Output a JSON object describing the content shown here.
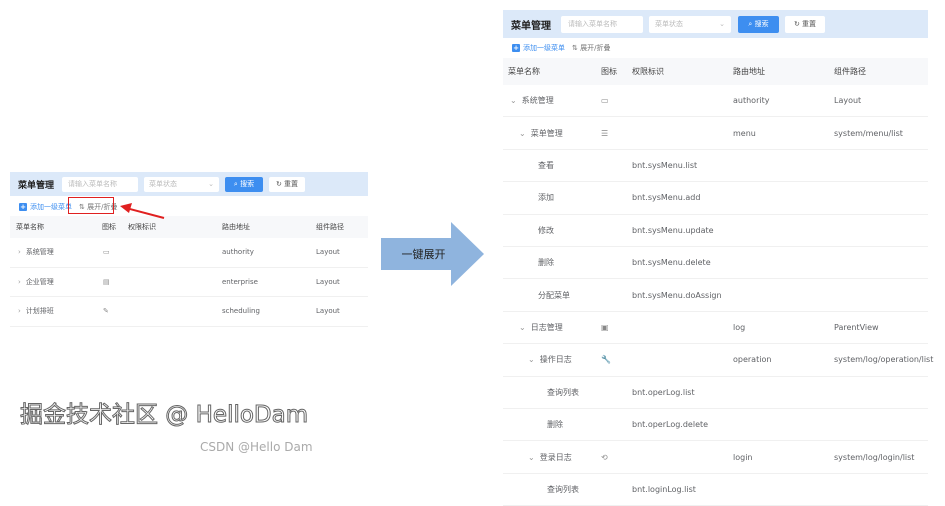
{
  "collapsed": {
    "title": "菜单管理",
    "search_placeholder": "请输入菜单名称",
    "status_placeholder": "菜单状态",
    "search_label": "搜索",
    "reset_label": "重置",
    "add_label": "添加一级菜单",
    "toggle_label": "展开/折叠",
    "columns": [
      "菜单名称",
      "图标",
      "权限标识",
      "路由地址",
      "组件路径"
    ],
    "rows": [
      {
        "name": "系统管理",
        "icon": "monitor-icon",
        "perm": "",
        "route": "authority",
        "component": "Layout"
      },
      {
        "name": "企业管理",
        "icon": "document-icon",
        "perm": "",
        "route": "enterprise",
        "component": "Layout"
      },
      {
        "name": "计划排班",
        "icon": "edit-icon",
        "perm": "",
        "route": "scheduling",
        "component": "Layout"
      }
    ]
  },
  "arrow_label": "一键展开",
  "expanded": {
    "title": "菜单管理",
    "search_placeholder": "请输入菜单名称",
    "status_placeholder": "菜单状态",
    "search_label": "搜索",
    "reset_label": "重置",
    "add_label": "添加一级菜单",
    "toggle_label": "展开/折叠",
    "columns": [
      "菜单名称",
      "图标",
      "权限标识",
      "路由地址",
      "组件路径"
    ],
    "rows": [
      {
        "level": 0,
        "expand": true,
        "name": "系统管理",
        "icon": "monitor-icon",
        "perm": "",
        "route": "authority",
        "component": "Layout"
      },
      {
        "level": 1,
        "expand": true,
        "name": "菜单管理",
        "icon": "list-icon",
        "perm": "",
        "route": "menu",
        "component": "system/menu/list"
      },
      {
        "level": 2,
        "name": "查看",
        "perm": "bnt.sysMenu.list",
        "route": "",
        "component": ""
      },
      {
        "level": 2,
        "name": "添加",
        "perm": "bnt.sysMenu.add",
        "route": "",
        "component": ""
      },
      {
        "level": 2,
        "name": "修改",
        "perm": "bnt.sysMenu.update",
        "route": "",
        "component": ""
      },
      {
        "level": 2,
        "name": "删除",
        "perm": "bnt.sysMenu.delete",
        "route": "",
        "component": ""
      },
      {
        "level": 2,
        "name": "分配菜单",
        "perm": "bnt.sysMenu.doAssign",
        "route": "",
        "component": ""
      },
      {
        "level": 1,
        "expand": true,
        "name": "日志管理",
        "icon": "log-icon",
        "perm": "",
        "route": "log",
        "component": "ParentView"
      },
      {
        "level": 2,
        "expand": true,
        "name": "操作日志",
        "icon": "wrench-icon",
        "perm": "",
        "route": "operation",
        "component": "system/log/operation/list"
      },
      {
        "level": 3,
        "name": "查询列表",
        "perm": "bnt.operLog.list",
        "route": "",
        "component": ""
      },
      {
        "level": 3,
        "name": "删除",
        "perm": "bnt.operLog.delete",
        "route": "",
        "component": ""
      },
      {
        "level": 2,
        "expand": true,
        "name": "登录日志",
        "icon": "login-icon",
        "perm": "",
        "route": "login",
        "component": "system/log/login/list"
      },
      {
        "level": 3,
        "name": "查询列表",
        "perm": "bnt.loginLog.list",
        "route": "",
        "component": ""
      }
    ]
  },
  "watermark": {
    "main": "掘金技术社区 @ HelloDam",
    "sub": "CSDN @Hello Dam"
  }
}
